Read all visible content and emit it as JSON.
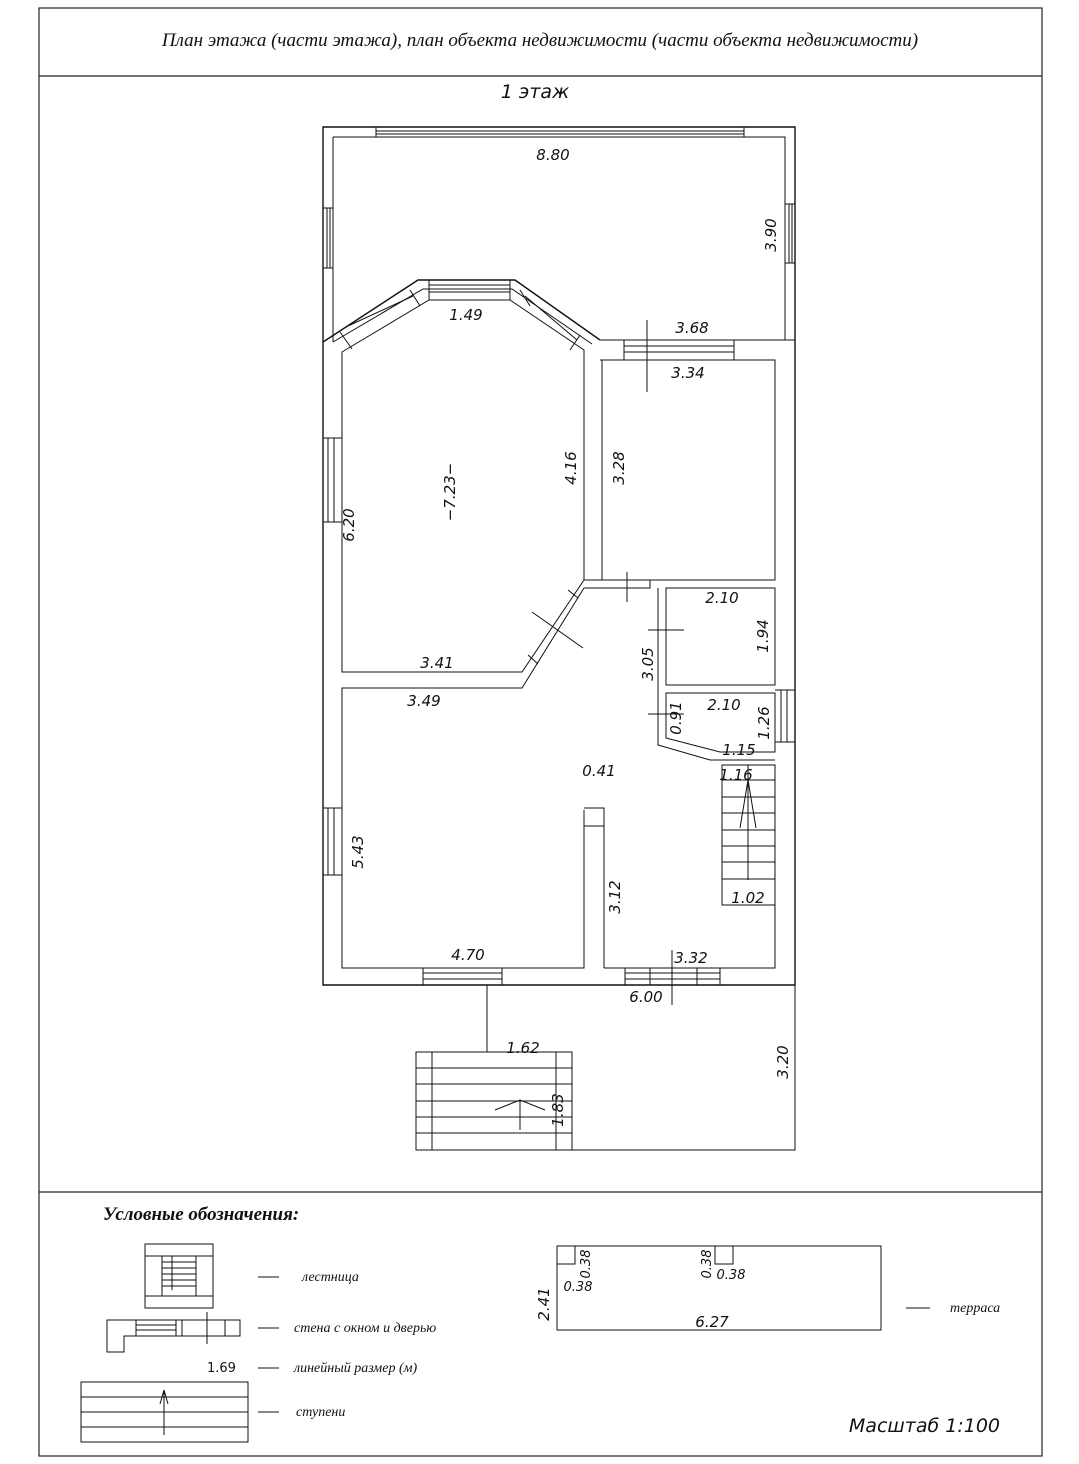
{
  "header": {
    "title": "План этажа (части этажа), план объекта недвижимости (части объекта недвижимости)",
    "floor_label": "1 этаж"
  },
  "dimensions": {
    "d_8_80": "8.80",
    "d_3_90": "3.90",
    "d_1_49": "1.49",
    "d_3_68": "3.68",
    "d_3_34": "3.34",
    "d_7_23": "−7.23−",
    "d_4_16": "4.16",
    "d_3_28": "3.28",
    "d_6_20": "6.20",
    "d_2_10_a": "2.10",
    "d_1_94": "1.94",
    "d_3_05": "3.05",
    "d_3_41": "3.41",
    "d_3_49": "3.49",
    "d_0_91": "0.91",
    "d_2_10_b": "2.10",
    "d_1_26": "1.26",
    "d_1_15": "1.15",
    "d_1_16": "1.16",
    "d_0_41": "0.41",
    "d_5_43": "5.43",
    "d_3_12": "3.12",
    "d_1_02": "1.02",
    "d_4_70": "4.70",
    "d_3_32": "3.32",
    "d_6_00": "6.00",
    "d_1_62": "1.62",
    "d_1_83": "1.83",
    "d_3_20": "3.20"
  },
  "legend": {
    "heading": "Условные обозначения:",
    "stairs": "лестница",
    "wall_window_door": "стена с окном и дверью",
    "sample_size": "1.69",
    "linear_size": "линейный размер (м)",
    "steps": "ступени",
    "terrace": "терраса",
    "terrace_dims": {
      "a": "0.38",
      "b": "0.38",
      "c": "0.38",
      "d": "0.38",
      "height": "2.41",
      "width": "6.27"
    }
  },
  "footer": {
    "scale": "Масштаб 1:100"
  }
}
